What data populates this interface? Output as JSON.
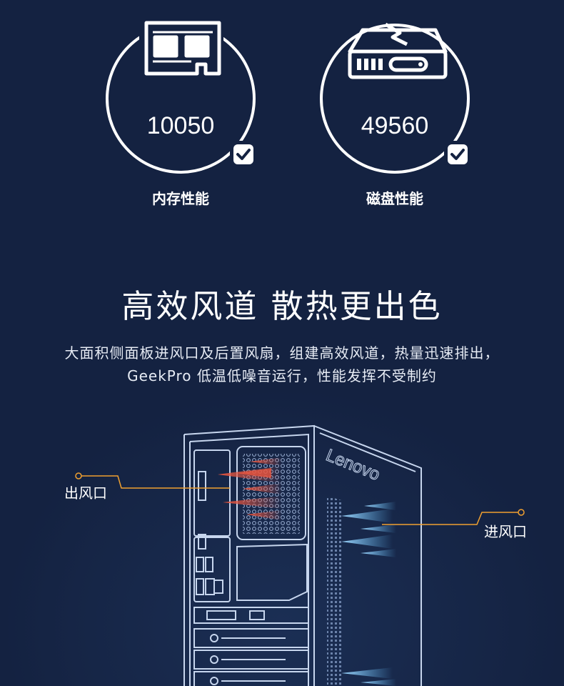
{
  "perf": {
    "memory": {
      "score": "10050",
      "label": "内存性能"
    },
    "disk": {
      "score": "49560",
      "label": "磁盘性能"
    }
  },
  "airflow": {
    "heading": "高效风道 散热更出色",
    "desc_line1": "大面积侧面板进风口及后置风扇，组建高效风道，热量迅速排出，",
    "desc_line2": "GeekPro 低温低噪音运行，性能发挥不受制约",
    "exhaust_label": "出风口",
    "intake_label": "进风口",
    "brand": "Lenovo"
  },
  "colors": {
    "background": "#142241",
    "exhaust_arrow": "#e8553e",
    "intake_arrow": "#5bb8f5",
    "callout_line": "#f0a030",
    "outline": "#c7d6ee"
  },
  "icons": [
    "memory-chip-icon",
    "hard-drive-icon",
    "check-icon",
    "check-icon"
  ]
}
